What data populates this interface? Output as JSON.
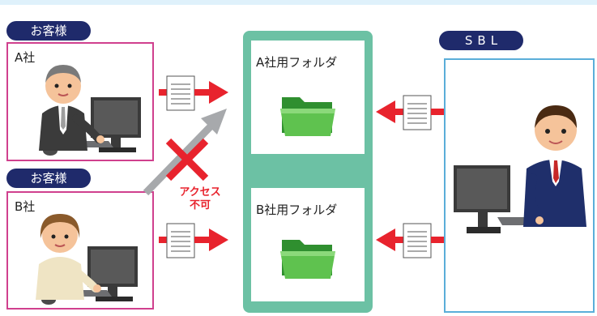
{
  "customers": {
    "badge_a": "お客様",
    "badge_b": "お客様",
    "company_a": "A社",
    "company_b": "B社"
  },
  "provider": {
    "badge": "SBL"
  },
  "server": {
    "folder_a_label": "A社用フォルダ",
    "folder_b_label": "B社用フォルダ"
  },
  "access": {
    "line1": "アクセス",
    "line2": "不可"
  },
  "colors": {
    "navy": "#1f2a6b",
    "customer_border": "#d0408e",
    "sbl_border": "#5aaed9",
    "server_green": "#6cc1a4",
    "arrow_red": "#e8232d",
    "arrow_gray": "#a7a9ac"
  }
}
